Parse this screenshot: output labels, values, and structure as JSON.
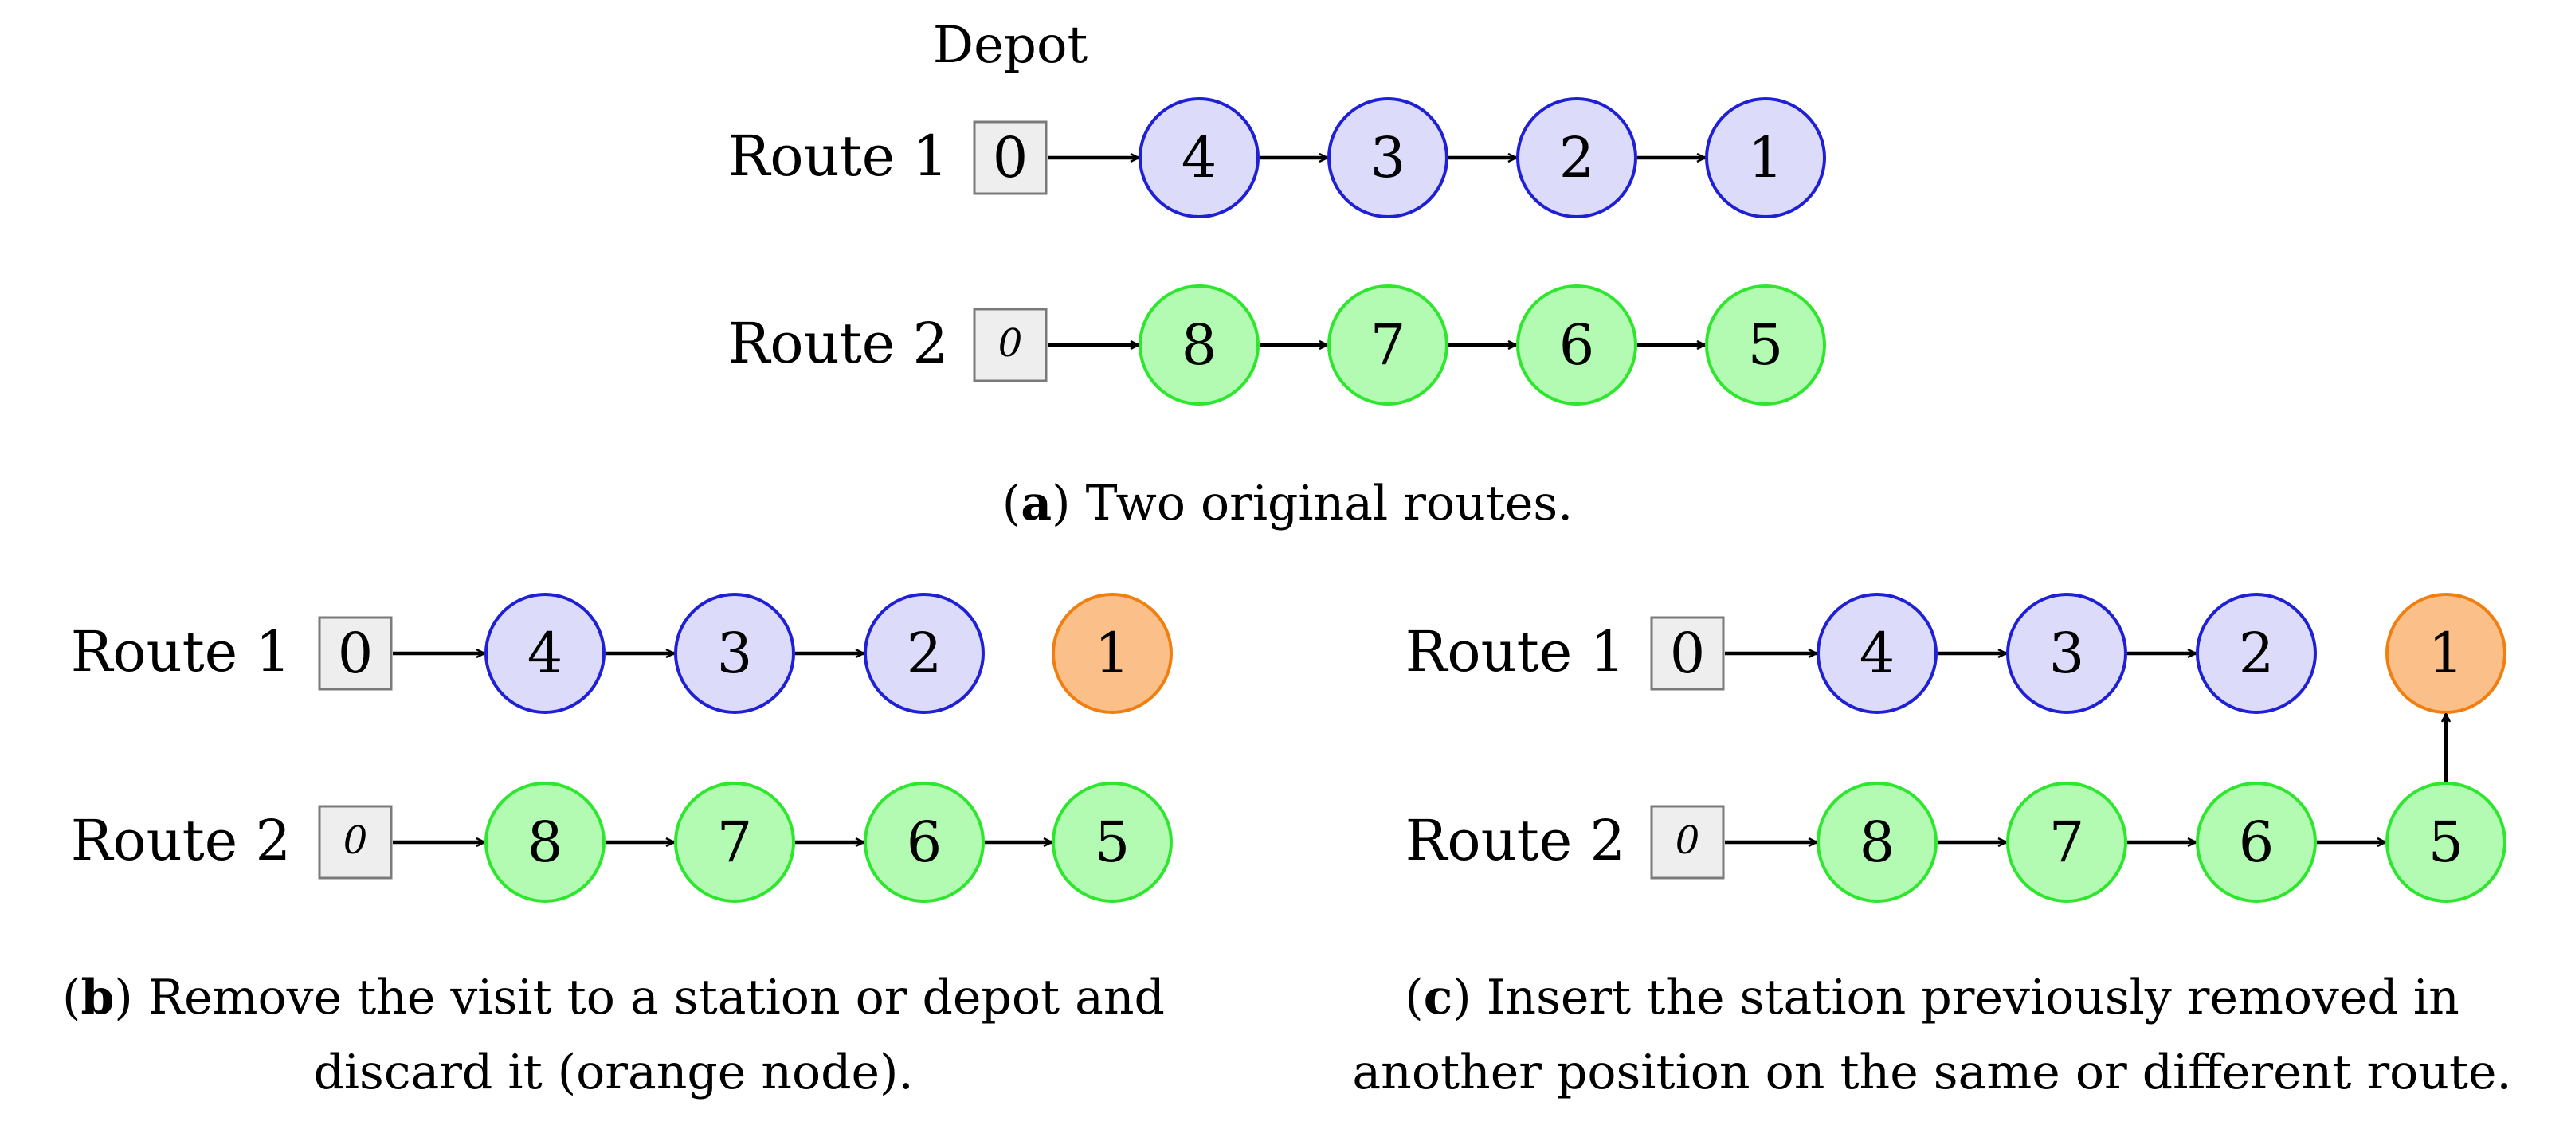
{
  "panel_a": {
    "depot_header": "Depot",
    "routes": [
      {
        "label": "Route 1",
        "depot": "0",
        "depot_style": "normal",
        "color": "blue",
        "nodes": [
          "4",
          "3",
          "2",
          "1"
        ],
        "removed": [],
        "arrows": [
          [
            0,
            1
          ],
          [
            1,
            2
          ],
          [
            2,
            3
          ],
          [
            3,
            4
          ]
        ]
      },
      {
        "label": "Route 2",
        "depot": "0",
        "depot_style": "italic",
        "color": "green",
        "nodes": [
          "8",
          "7",
          "6",
          "5"
        ],
        "removed": [],
        "arrows": [
          [
            0,
            1
          ],
          [
            1,
            2
          ],
          [
            2,
            3
          ],
          [
            3,
            4
          ]
        ]
      }
    ],
    "caption_letter": "a",
    "caption_text": "Two original routes."
  },
  "panel_b": {
    "routes": [
      {
        "label": "Route 1",
        "depot": "0",
        "depot_style": "normal",
        "color": "blue",
        "nodes": [
          "4",
          "3",
          "2",
          "1"
        ],
        "removed": [
          3
        ],
        "arrows": [
          [
            0,
            1
          ],
          [
            1,
            2
          ],
          [
            2,
            3
          ]
        ]
      },
      {
        "label": "Route 2",
        "depot": "0",
        "depot_style": "italic",
        "color": "green",
        "nodes": [
          "8",
          "7",
          "6",
          "5"
        ],
        "removed": [],
        "arrows": [
          [
            0,
            1
          ],
          [
            1,
            2
          ],
          [
            2,
            3
          ],
          [
            3,
            4
          ]
        ]
      }
    ],
    "caption_letter": "b",
    "caption_line1": "Remove the visit to a station or depot and",
    "caption_line2": "discard it (orange node)."
  },
  "panel_c": {
    "routes": [
      {
        "label": "Route 1",
        "depot": "0",
        "depot_style": "normal",
        "color": "blue",
        "nodes": [
          "4",
          "3",
          "2",
          "1"
        ],
        "removed": [
          3
        ],
        "arrows": [
          [
            0,
            1
          ],
          [
            1,
            2
          ],
          [
            2,
            3
          ]
        ]
      },
      {
        "label": "Route 2",
        "depot": "0",
        "depot_style": "italic",
        "color": "green",
        "nodes": [
          "8",
          "7",
          "6",
          "5"
        ],
        "removed": [],
        "arrows": [
          [
            0,
            1
          ],
          [
            1,
            2
          ],
          [
            2,
            3
          ],
          [
            3,
            4
          ]
        ]
      }
    ],
    "vertical_arrow": {
      "from_route": 1,
      "from_node": 3,
      "to_route": 0,
      "to_node": 3
    },
    "caption_letter": "c",
    "caption_line1": "Insert the station previously removed in",
    "caption_line2": "another position on the same or different route."
  },
  "colors": {
    "blue_fill": "#dcdcfa",
    "blue_stroke": "#1f1fd6",
    "green_fill": "#b3fbb3",
    "green_stroke": "#2ee62e",
    "orange_fill": "#fbc08a",
    "orange_stroke": "#f07f10",
    "depot_fill": "#eeeeee",
    "depot_stroke": "#7a7a7a",
    "arrow": "#000000"
  }
}
